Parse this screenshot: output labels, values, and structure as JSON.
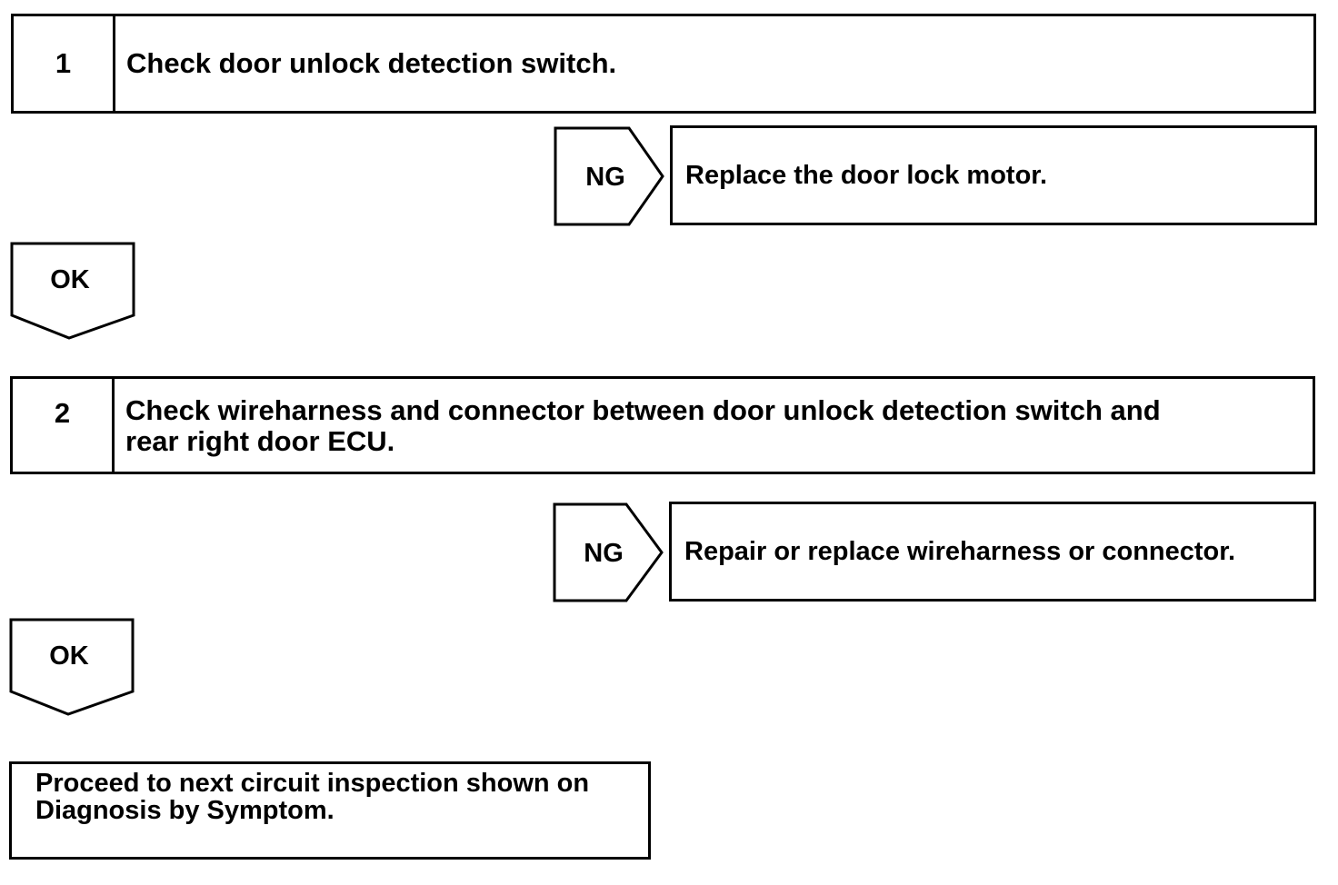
{
  "steps": [
    {
      "number": "1",
      "text": "Check door unlock detection switch.",
      "ng_label": "NG",
      "ng_action": "Replace the door lock motor.",
      "ok_label": "OK"
    },
    {
      "number": "2",
      "text_lines": [
        "Check wireharness and connector between door unlock detection switch and",
        "rear right door ECU."
      ],
      "ng_label": "NG",
      "ng_action": "Repair or replace wireharness or connector.",
      "ok_label": "OK"
    }
  ],
  "final": {
    "lines": [
      "Proceed to next circuit inspection shown on",
      "Diagnosis by Symptom."
    ]
  }
}
